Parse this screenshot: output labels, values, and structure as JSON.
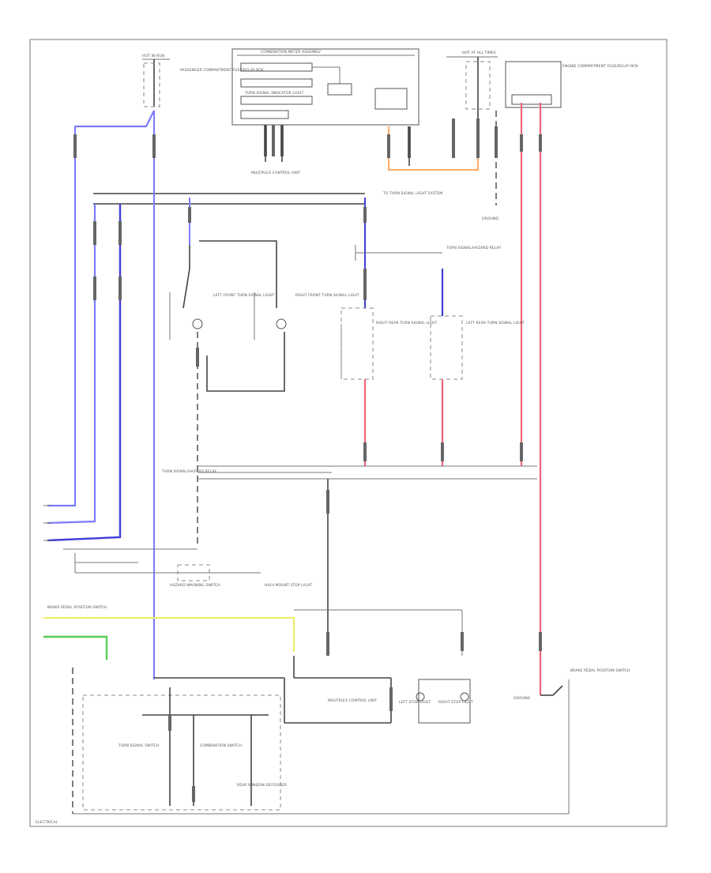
{
  "diagram": {
    "colors": {
      "blue": "#7b7bff",
      "blue_dark": "#3f3fd8",
      "red": "#ee6677",
      "orange": "#ffaa66",
      "yellow": "#eeee66",
      "green": "#55cc55",
      "wire": "#444444"
    },
    "labels": {
      "top_left_fuse": "HOT IN RUN",
      "top_left_fuse_desc": "PASSENGER COMPARTMENT FUSE/RELAY BOX",
      "top_center_box": "COMBINATION METER ASSEMBLY",
      "top_center_desc": "TURN SIGNAL INDICATOR LIGHT",
      "top_center_right": "HOT AT ALL TIMES",
      "top_right_desc": "ENGINE COMPARTMENT FUSE/RELAY BOX",
      "bus_label": "TO TURN SIGNAL LIGHT SYSTEM",
      "ground_right": "GROUND",
      "left_front_light": "LEFT FRONT TURN SIGNAL LIGHT",
      "right_front_light": "RIGHT FRONT TURN SIGNAL LIGHT",
      "right_rear_light": "RIGHT REAR TURN SIGNAL LIGHT",
      "left_rear_light": "LEFT REAR TURN SIGNAL LIGHT",
      "hazard_relay": "TURN SIGNAL/HAZARD RELAY",
      "hazard_switch": "HAZARD WARNING SWITCH",
      "multiplex_unit": "MULTIPLEX CONTROL UNIT",
      "brake_switch": "BRAKE PEDAL POSITION SWITCH",
      "turn_switch": "TURN SIGNAL SWITCH",
      "left_stop": "LEFT STOP LIGHT",
      "right_stop": "RIGHT STOP LIGHT",
      "combination_switch": "COMBINATION SWITCH",
      "rear_window": "REAR WINDOW DEFOGGER",
      "high_mount": "HIGH MOUNT STOP LIGHT",
      "footer": "ELECTRICAL"
    }
  }
}
